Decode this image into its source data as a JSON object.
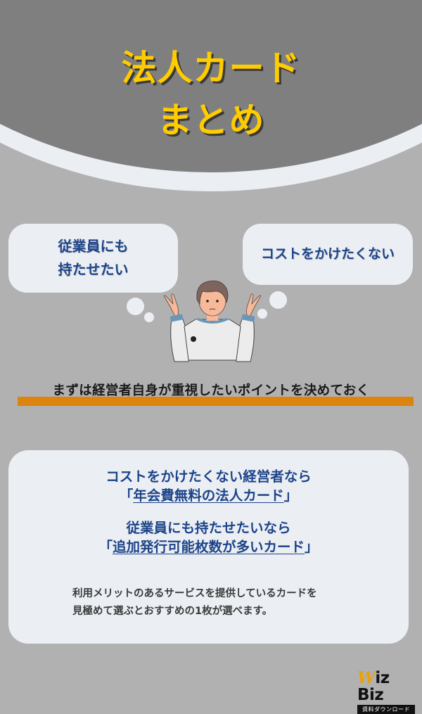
{
  "header": {
    "title_line1": "法人カード",
    "title_line2": "まとめ"
  },
  "thoughts": {
    "left_line1": "従業員にも",
    "left_line2": "持たせたい",
    "right": "コストをかけたくない"
  },
  "key_point": "まずは経営者自身が重視したいポイントを決めておく",
  "recommendations": [
    {
      "condition": "コストをかけたくない経営者なら",
      "bracket_open": "「",
      "card_type": "年会費無料の法人カード",
      "bracket_close": "」"
    },
    {
      "condition": "従業員にも持たせたいなら",
      "bracket_open": "「",
      "card_type": "追加発行可能枚数が多いカード",
      "bracket_close": "」"
    }
  ],
  "note": {
    "line1": "利用メリットのあるサービスを提供しているカードを",
    "line2": "見極めて選ぶとおすすめの1枚が選べます。"
  },
  "logo": {
    "w": "W",
    "rest": "iz Biz",
    "subtitle": "資料ダウンロード"
  },
  "colors": {
    "title": "#ffcc00",
    "header_bg": "#7f7f7f",
    "page_bg": "#b1b1b1",
    "bubble_bg": "#ebeef3",
    "accent_text": "#1d4489",
    "highlight": "#dc840e"
  }
}
